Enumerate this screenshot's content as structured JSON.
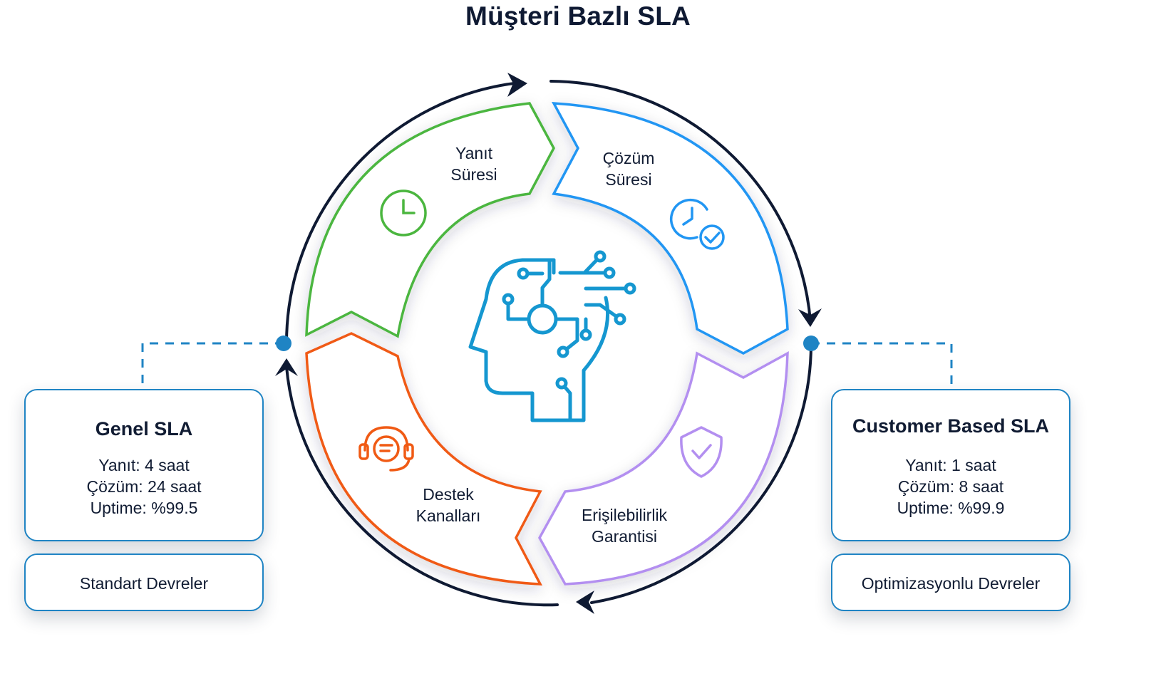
{
  "title": "Müşteri Bazlı SLA",
  "segments": [
    {
      "id": "yanit",
      "lines": [
        "Yanıt",
        "Süresi"
      ],
      "color": "#4bb63f",
      "icon": "clock-icon"
    },
    {
      "id": "cozum",
      "lines": [
        "Çözüm",
        "Süresi"
      ],
      "color": "#2196f3",
      "icon": "clock-check-icon"
    },
    {
      "id": "erisim",
      "lines": [
        "Erişilebilirlik",
        "Garantisi"
      ],
      "color": "#b38ff0",
      "icon": "shield-check-icon"
    },
    {
      "id": "destek",
      "lines": [
        "Destek",
        "Kanalları"
      ],
      "color": "#f05a14",
      "icon": "headset-chat-icon"
    }
  ],
  "center_icon": "ai-head-circuit-icon",
  "left_card": {
    "title": "Genel SLA",
    "lines": [
      "Yanıt: 4 saat",
      "Çözüm: 24 saat",
      "Uptime: %99.5"
    ],
    "footer": "Standart Devreler"
  },
  "right_card": {
    "title": "Customer Based SLA",
    "lines": [
      "Yanıt: 1 saat",
      "Çözüm: 8 saat",
      "Uptime: %99.9"
    ],
    "footer": "Optimizasyonlu Devreler"
  },
  "colors": {
    "accent_blue": "#1f84c4",
    "cycle_navy": "#0f1a33",
    "center_icon_blue": "#1597d0"
  }
}
